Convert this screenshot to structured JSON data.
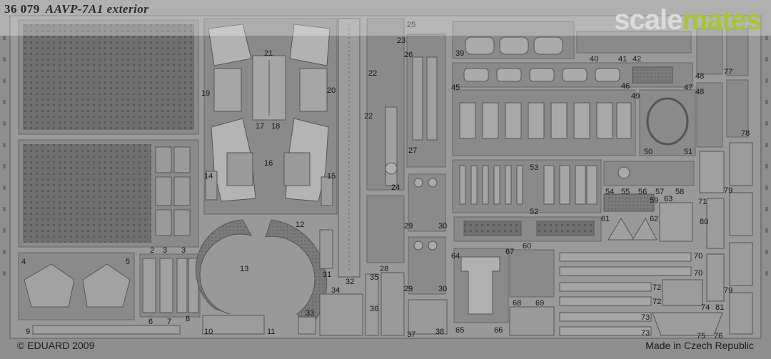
{
  "header": {
    "set_number": "36 079",
    "set_title": "AAVP-7A1 exterior"
  },
  "watermark": {
    "part1": "scale",
    "part2": "mates",
    "colors": {
      "scale": "#dcdcdc",
      "mates": "#a9c43a"
    }
  },
  "footer": {
    "copyright": "© EDUARD 2009",
    "origin": "Made in Czech Republic"
  },
  "part_numbers": [
    "2",
    "3",
    "3",
    "4",
    "5",
    "6",
    "7",
    "8",
    "9",
    "10",
    "11",
    "12",
    "13",
    "14",
    "15",
    "16",
    "17",
    "18",
    "19",
    "20",
    "21",
    "22",
    "22",
    "23",
    "24",
    "25",
    "26",
    "27",
    "28",
    "29",
    "29",
    "30",
    "30",
    "31",
    "32",
    "33",
    "34",
    "35",
    "36",
    "37",
    "38",
    "39",
    "40",
    "41",
    "42",
    "45",
    "46",
    "47",
    "48",
    "48",
    "49",
    "50",
    "51",
    "52",
    "53",
    "54",
    "55",
    "56",
    "57",
    "58",
    "59",
    "60",
    "61",
    "62",
    "63",
    "64",
    "65",
    "66",
    "67",
    "68",
    "69",
    "70",
    "70",
    "71",
    "72",
    "72",
    "73",
    "73",
    "74",
    "75",
    "76",
    "77",
    "78",
    "79",
    "79",
    "80",
    "81"
  ]
}
